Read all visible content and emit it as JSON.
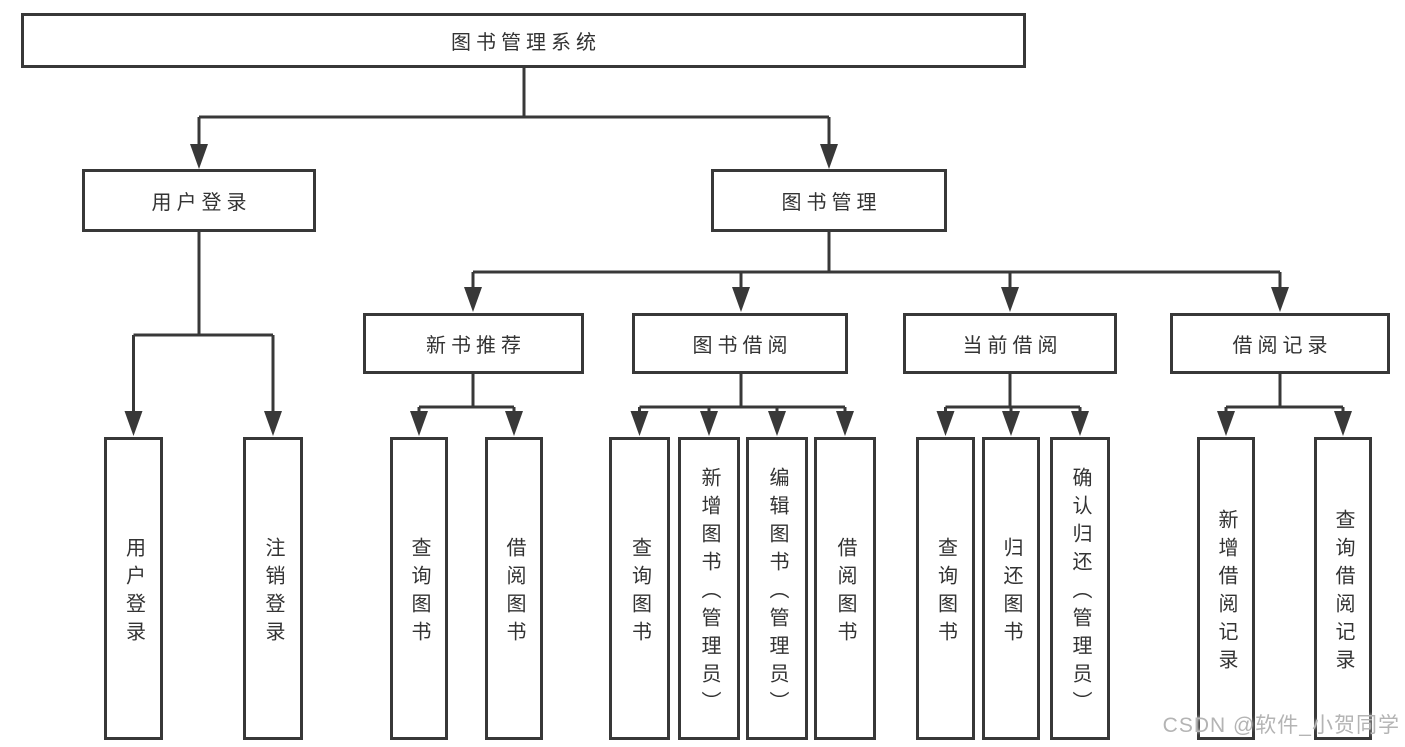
{
  "diagram": {
    "title": "图书管理系统",
    "branches": {
      "user_login": {
        "label": "用户登录",
        "children": [
          "用户登录",
          "注销登录"
        ]
      },
      "book_management": {
        "label": "图书管理",
        "groups": {
          "new_book_recommend": {
            "label": "新书推荐",
            "children": [
              "查询图书",
              "借阅图书"
            ]
          },
          "book_borrowing": {
            "label": "图书借阅",
            "children": [
              "查询图书",
              "新增图书（管理员）",
              "编辑图书（管理员）",
              "借阅图书"
            ]
          },
          "current_borrowing": {
            "label": "当前借阅",
            "children": [
              "查询图书",
              "归还图书",
              "确认归还（管理员）"
            ]
          },
          "borrowing_records": {
            "label": "借阅记录",
            "children": [
              "新增借阅记录",
              "查询借阅记录"
            ]
          }
        }
      }
    },
    "colors": {
      "line": "#383838",
      "text": "#333333",
      "background": "#ffffff",
      "watermark": "#b4b4b4"
    }
  },
  "watermark": {
    "text": "CSDN @软件_小贺同学"
  }
}
